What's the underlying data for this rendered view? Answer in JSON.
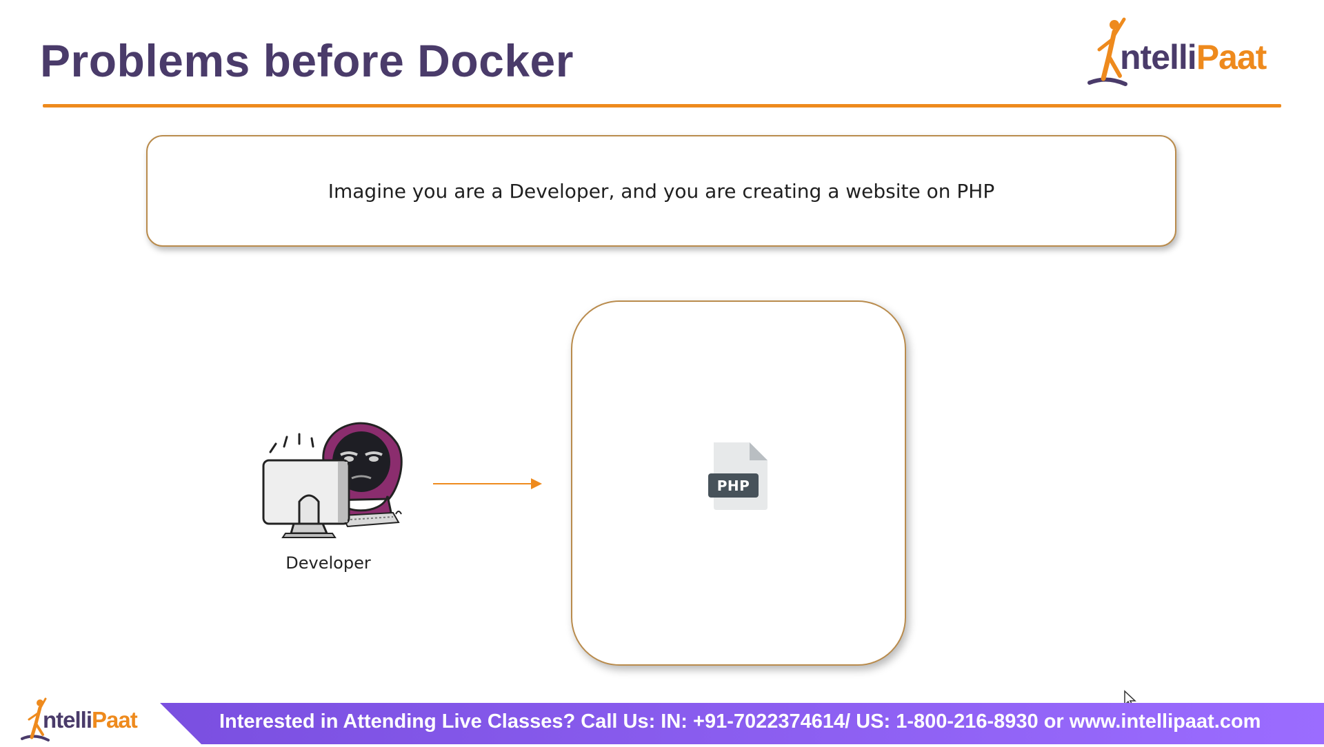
{
  "slide": {
    "title": "Problems before Docker",
    "logo_text": "IntelliPaat",
    "logo_prefix": "ntelli",
    "logo_suffix": "Paat",
    "intro_text": "Imagine you are a Developer, and you are creating a website on PHP",
    "developer_label": "Developer",
    "php_label": "PHP"
  },
  "footer": {
    "logo_prefix": "ntelli",
    "logo_suffix": "Paat",
    "banner_text": "Interested in Attending Live Classes? Call Us: IN: +91-7022374614/ US: 1-800-216-8930 or www.intellipaat.com"
  },
  "icons": {
    "brand": "intellipaat-logo-icon",
    "developer": "hooded-developer-at-computer-icon",
    "arrow": "arrow-right-icon",
    "file": "php-file-icon",
    "cursor": "mouse-pointer-icon"
  },
  "colors": {
    "title": "#4a3b6a",
    "accent_orange": "#ee8a1d",
    "box_border": "#b98b4c",
    "footer_band": "#8a5cf0",
    "php_badge": "#47525a",
    "hood": "#8b2d6e"
  }
}
